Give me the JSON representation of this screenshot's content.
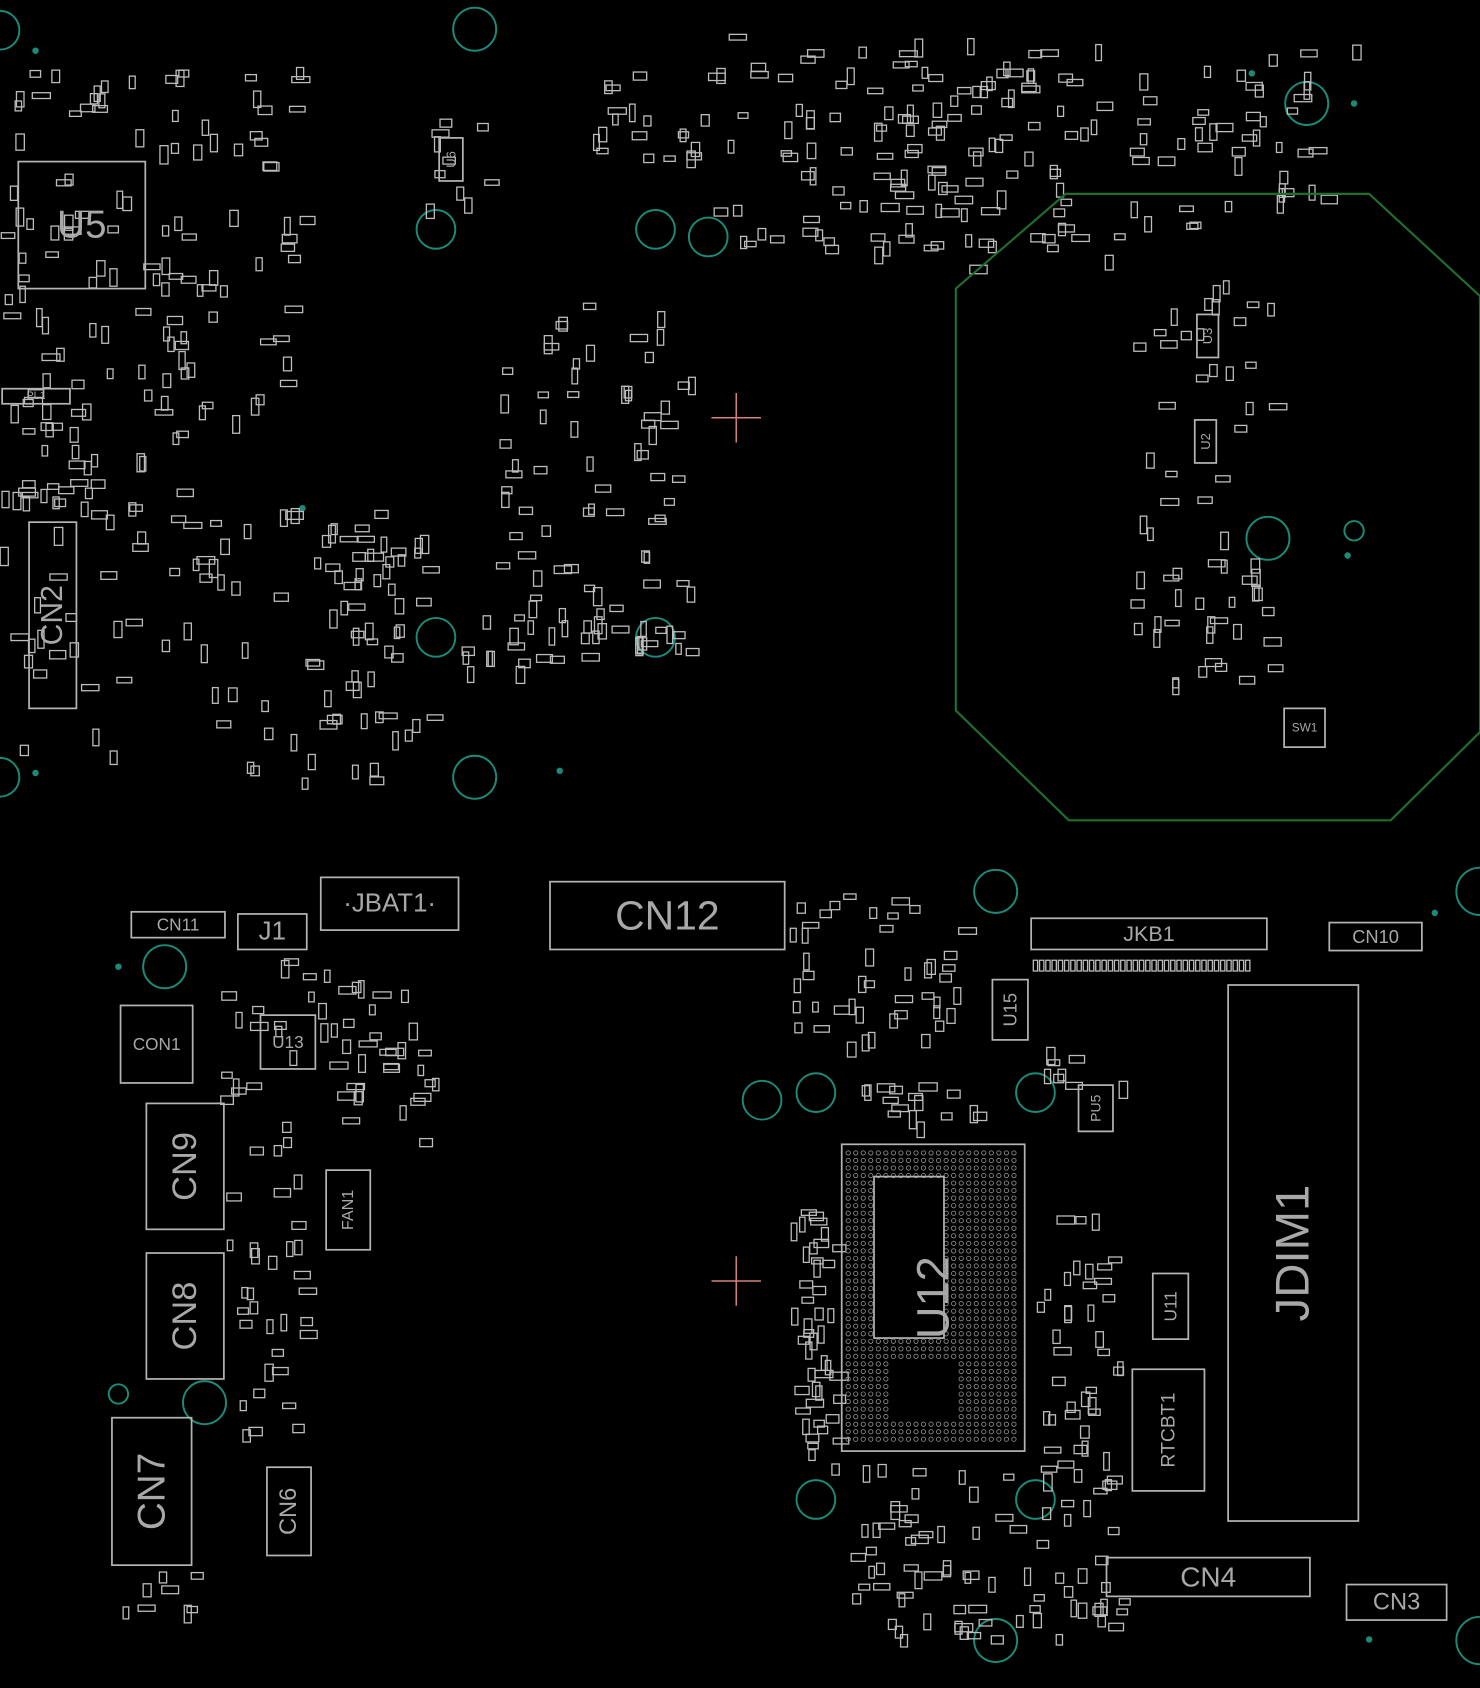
{
  "board": {
    "title": "PCB component placement view",
    "colors": {
      "background": "#000000",
      "silkscreen": "#b4b4b4",
      "holes": "#1c8a78",
      "keepout": "#1f6e2c",
      "origin_marker": "#d48080"
    }
  },
  "components": {
    "U5": "U5",
    "CN2": "CN2",
    "PL1": "PL1",
    "U6": "U6",
    "U3": "U3",
    "U2": "U2",
    "SW1": "SW1",
    "CN11": "CN11",
    "J1": "J1",
    "JBAT1": "·JBAT1·",
    "CN12": "CN12",
    "JKB1": "JKB1",
    "CN10": "CN10",
    "CON1": "CON1",
    "U13": "U13",
    "CN9": "CN9",
    "CN8": "CN8",
    "FAN1": "FAN1",
    "CN7": "CN7",
    "CN6": "CN6",
    "U15": "U15",
    "PU5": "PU5",
    "U12": "U12",
    "U11": "U11",
    "RTCBT1": "RTCBT1",
    "JDIM1": "JDIM1",
    "CN4": "CN4",
    "CN3": "CN3"
  }
}
